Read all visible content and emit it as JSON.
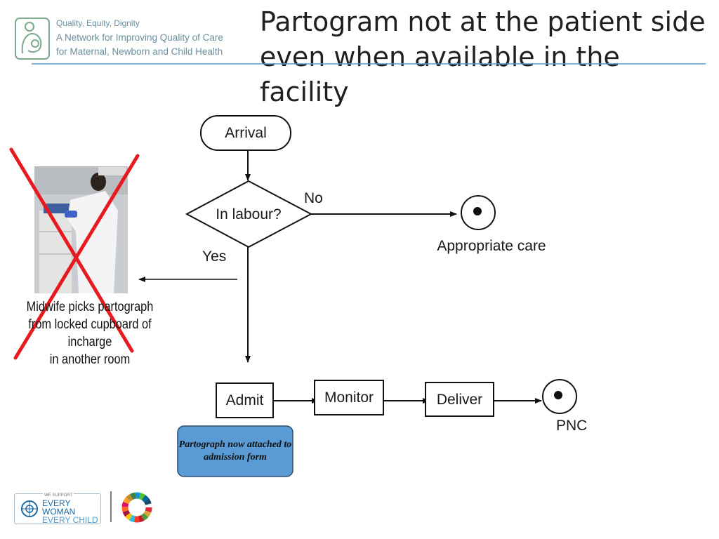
{
  "header": {
    "title_line1": "Partogram not at the patient side",
    "title_line2": "even when available in the facility",
    "logo_line1": "Quality, Equity, Dignity",
    "logo_line2": "A Network for Improving Quality of Care",
    "logo_line3": "for Maternal, Newborn and Child Health"
  },
  "flow": {
    "arrival": "Arrival",
    "decision": "In labour?",
    "no_label": "No",
    "yes_label": "Yes",
    "appropriate_care": "Appropriate care",
    "admit": "Admit",
    "monitor": "Monitor",
    "deliver": "Deliver",
    "pnc": "PNC",
    "note": "Partograph now attached to admission form"
  },
  "crossed_out": {
    "caption_line1": "Midwife picks partograph",
    "caption_line2": "from locked cupboard of",
    "caption_line3": "incharge",
    "caption_line4": "in another room"
  },
  "footer": {
    "ewec_small": "WE SUPPORT",
    "ewec_line1": "EVERY WOMAN",
    "ewec_line2": "EVERY CHILD"
  },
  "colors": {
    "accent_blue": "#5b9bd5",
    "cross_red": "#e8191f",
    "logo_green": "#7aa98e",
    "ewec_blue": "#1b6aa4"
  }
}
